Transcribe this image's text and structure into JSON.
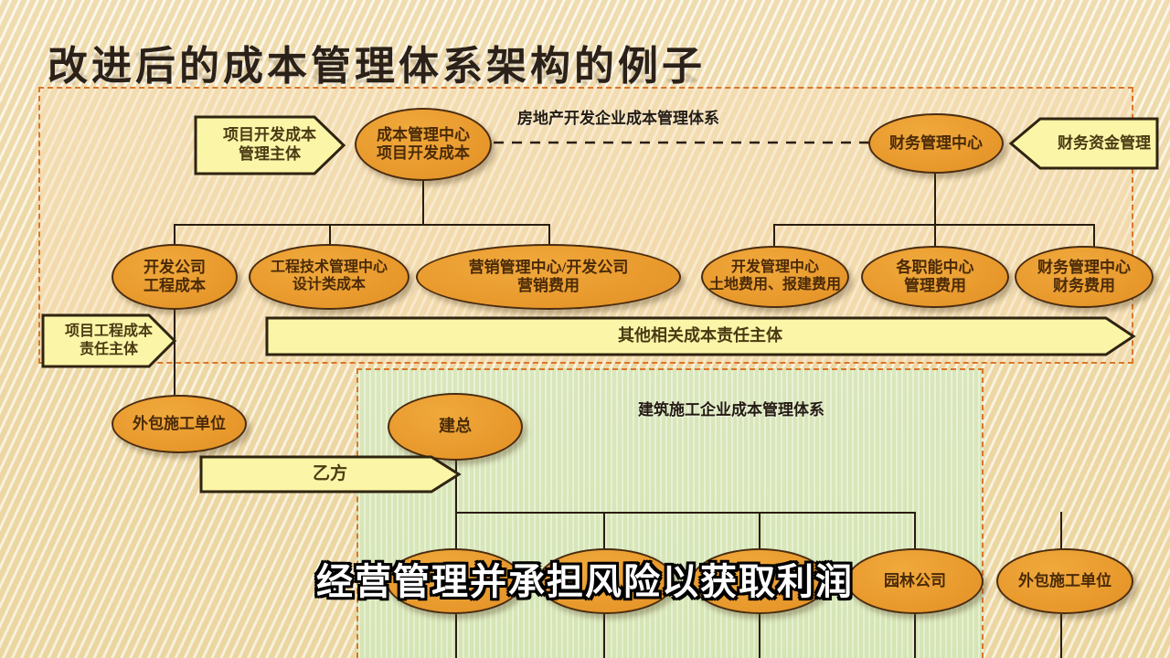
{
  "slide": {
    "title": "改进后的成本管理体系架构的例子",
    "caption": "经营管理并承担风险以获取利润"
  },
  "zones": {
    "top": {
      "label": "房地产开发企业成本管理体系"
    },
    "bottom": {
      "label": "建筑施工企业成本管理体系"
    }
  },
  "callouts": {
    "project_dev_cost_subject": {
      "line1": "项目开发成本",
      "line2": "管理主体"
    },
    "finance_capital_mgmt": {
      "line1": "财务资金管理"
    },
    "project_eng_cost_subject": {
      "line1": "项目工程成本",
      "line2": "责任主体"
    },
    "other_cost_subject": {
      "line1": "其他相关成本责任主体"
    },
    "party_b": {
      "line1": "乙方"
    }
  },
  "nodes": {
    "cost_center": {
      "line1": "成本管理中心",
      "line2": "项目开发成本"
    },
    "finance_center": {
      "line1": "财务管理中心"
    },
    "dev_company": {
      "line1": "开发公司",
      "line2": "工程成本"
    },
    "eng_tech_center": {
      "line1": "工程技术管理中心",
      "line2": "设计类成本"
    },
    "marketing_center": {
      "line1": "营销管理中心/开发公司",
      "line2": "营销费用"
    },
    "dev_mgmt_center": {
      "line1": "开发管理中心",
      "line2": "土地费用、报建费用"
    },
    "function_centers": {
      "line1": "各职能中心",
      "line2": "管理费用"
    },
    "finance_mgmt_center": {
      "line1": "财务管理中心",
      "line2": "财务费用"
    },
    "outsource_left": {
      "line1": "外包施工单位"
    },
    "general_contractor": {
      "line1": "建总"
    },
    "landscape_company": {
      "line1": "园林公司"
    },
    "outsource_right": {
      "line1": "外包施工单位"
    }
  },
  "colors": {
    "node_fill": "#e99a2d",
    "node_stroke": "#4a2c10",
    "callout_fill": "#fbf5a8",
    "zone_border": "#d9762a",
    "zone_top_fill": "#f6deb6",
    "zone_bottom_fill": "#dceabf",
    "background": "#f2e4bd",
    "caption_text": "#ffffff",
    "caption_outline": "#000000"
  }
}
